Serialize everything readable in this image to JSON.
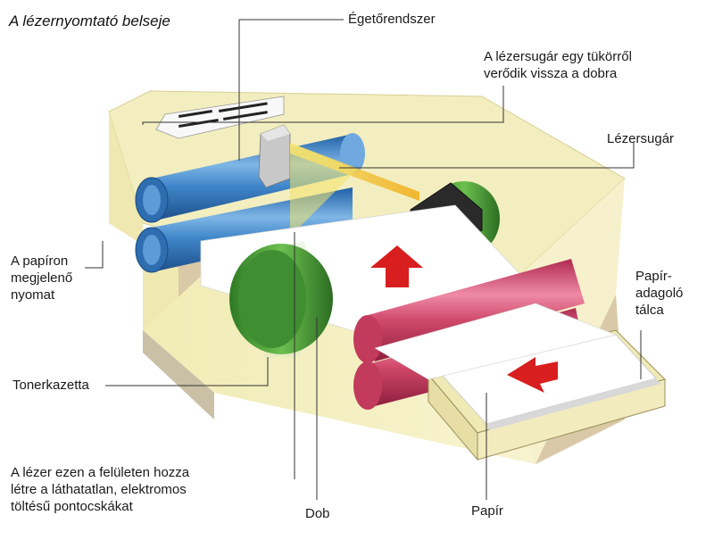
{
  "title": "A lézernyomtató belseje",
  "labels": {
    "fuser": "Égetőrendszer",
    "mirror_line1": "A lézersugár egy tükörről",
    "mirror_line2": "verődik vissza a dobra",
    "laser_beam": "Lézersugár",
    "print_line1": "A papíron",
    "print_line2": "megjelenő",
    "print_line3": "nyomat",
    "tray_line1": "Papír-",
    "tray_line2": "adagoló",
    "tray_line3": "tálca",
    "toner": "Tonerkazetta",
    "laser_text_line1": "A lézer ezen a felületen hozza",
    "laser_text_line2": "létre a láthatatlan, elektromos",
    "laser_text_line3": "töltésű pontocskákat",
    "drum": "Dob",
    "paper": "Papír"
  },
  "colors": {
    "body": "#f4efbf",
    "blue_roller": "#3f86c9",
    "green_drum": "#4e9a3a",
    "red_roller": "#d0486a",
    "laser": "#f2d24a",
    "arrow": "#d81e1e"
  }
}
